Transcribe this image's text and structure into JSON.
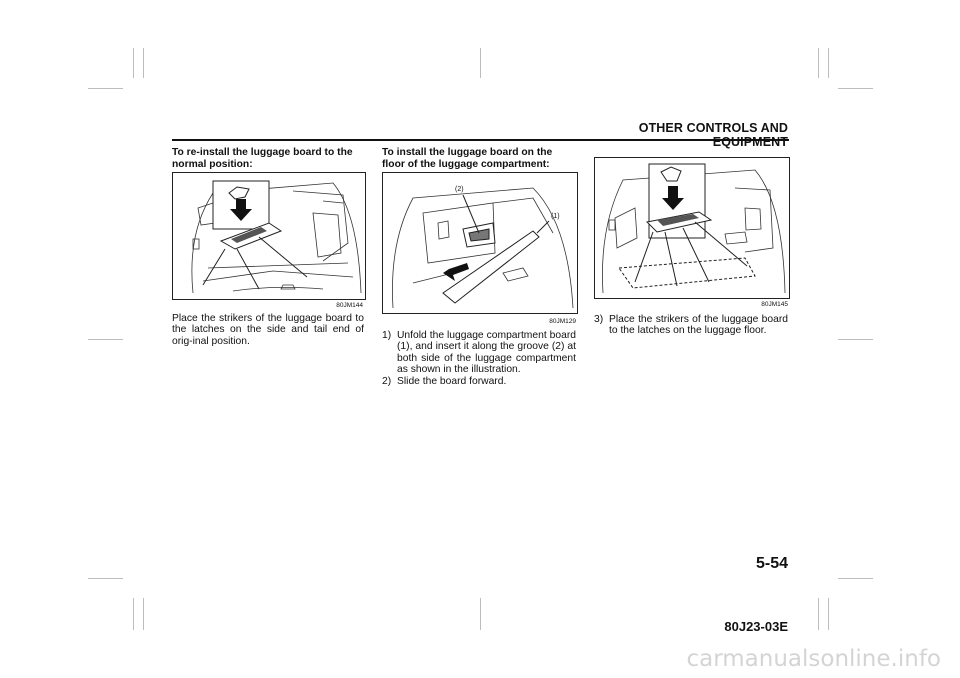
{
  "header": {
    "section_title": "OTHER CONTROLS AND EQUIPMENT"
  },
  "columns": [
    {
      "heading": "To re-install the luggage board to the normal position:",
      "figure_id": "80JM144",
      "body": "Place the strikers of the luggage board to the latches on the side and tail end of orig-inal position."
    },
    {
      "heading": "To install the luggage board on the floor of the luggage compartment:",
      "figure_id": "80JM129",
      "callouts": [
        "(2)",
        "(1)"
      ],
      "steps": [
        {
          "number": "1)",
          "text": "Unfold the luggage compartment board (1), and insert it along the groove (2) at both side of the luggage compartment as shown in the illustration."
        },
        {
          "number": "2)",
          "text": "Slide the board forward."
        }
      ]
    },
    {
      "figure_id": "80JM145",
      "steps": [
        {
          "number": "3)",
          "text": "Place the strikers of the luggage board to the latches on the luggage floor."
        }
      ]
    }
  ],
  "footer": {
    "page_number": "5-54",
    "document_code": "80J23-03E"
  },
  "watermark": "carmanualsonline.info",
  "icons": [
    "down-arrow-icon",
    "slide-arrow-icon"
  ]
}
